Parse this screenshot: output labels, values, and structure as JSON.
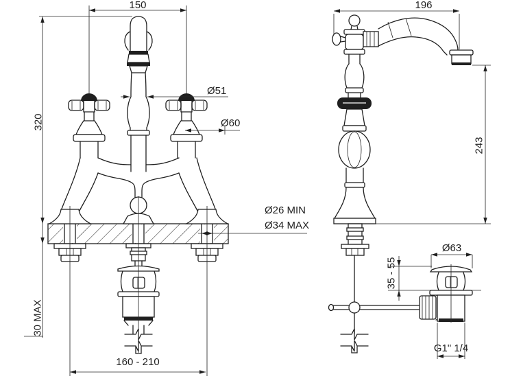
{
  "drawing": {
    "type": "technical-dimension-drawing",
    "subject": "two-handle bridge basin mixer tap with pop-up waste",
    "front_view": {
      "name": "front view",
      "dim_handle_spacing": "150",
      "dim_overall_height": "320",
      "dim_spout_column_diameter": "Ø51",
      "dim_escutcheon_diameter": "Ø60",
      "dim_mounting_hole_min": "Ø26 MIN",
      "dim_mounting_hole_max": "Ø34 MAX",
      "dim_deck_thickness_max": "30 MAX",
      "dim_inlet_spacing_range": "160 - 210"
    },
    "side_view": {
      "name": "side view",
      "dim_spout_reach": "196",
      "dim_spout_outlet_height": "243",
      "dim_waste_flange_diameter": "Ø63",
      "dim_waste_deck_range": "35 - 55",
      "dim_waste_thread": "G1\" 1/4"
    }
  }
}
